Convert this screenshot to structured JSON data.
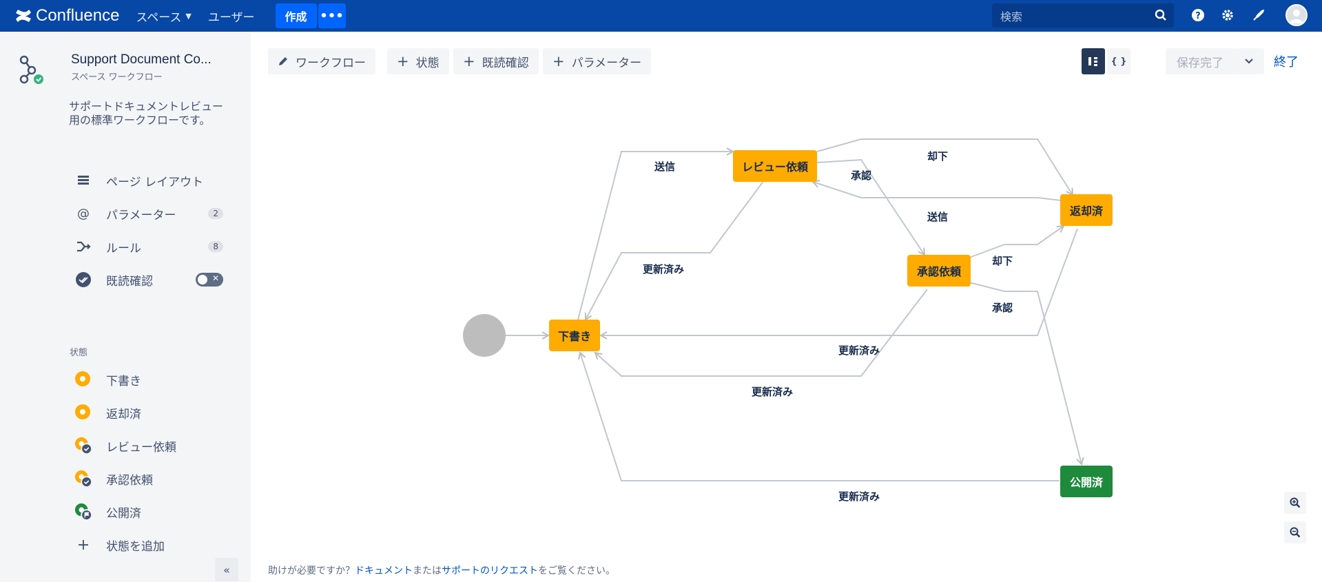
{
  "topnav": {
    "logo_text": "Confluence",
    "spaces_label": "スペース",
    "users_label": "ユーザー",
    "create_label": "作成",
    "more_label": "•••",
    "search_placeholder": "検索"
  },
  "sidebar": {
    "workflow_title": "Support Document Co...",
    "workflow_subtitle": "スペース ワークフロー",
    "description": "サポートドキュメントレビュー用の標準ワークフローです。",
    "items": [
      {
        "label": "ページ レイアウト"
      },
      {
        "label": "パラメーター",
        "count": "2"
      },
      {
        "label": "ルール",
        "count": "8"
      },
      {
        "label": "既読確認",
        "toggle": "off"
      }
    ],
    "states_heading": "状態",
    "states": [
      {
        "label": "下書き"
      },
      {
        "label": "返却済"
      },
      {
        "label": "レビュー依頼"
      },
      {
        "label": "承認依頼"
      },
      {
        "label": "公開済"
      }
    ],
    "add_state_label": "状態を追加",
    "collapse_label": "«"
  },
  "toolbar": {
    "workflow_label": "ワークフロー",
    "state_label": "状態",
    "read_confirm_label": "既読確認",
    "parameter_label": "パラメーター",
    "diagram_view_label": "diagram-view",
    "json_view_label": "{ }",
    "saved_label": "保存完了",
    "finish_label": "終了"
  },
  "diagram": {
    "nodes": {
      "draft": "下書き",
      "review": "レビュー依頼",
      "rejected": "返却済",
      "approval": "承認依頼",
      "published": "公開済"
    },
    "edges": {
      "submit1": "送信",
      "reject1": "却下",
      "approve1": "承認",
      "submit2": "送信",
      "reject2": "却下",
      "approve2": "承認",
      "updated1": "更新済み",
      "updated2": "更新済み",
      "updated3": "更新済み",
      "updated4": "更新済み"
    },
    "colors": {
      "pending": "#ffab00",
      "published": "#1e8a3c",
      "initial": "#bdbdbd",
      "edge": "#c1c7d0"
    }
  },
  "footer": {
    "prefix": "助けが必要ですか？",
    "docs_link": "ドキュメント",
    "middle": "または",
    "support_link": "サポートのリクエスト",
    "suffix": "をご覧ください。"
  }
}
